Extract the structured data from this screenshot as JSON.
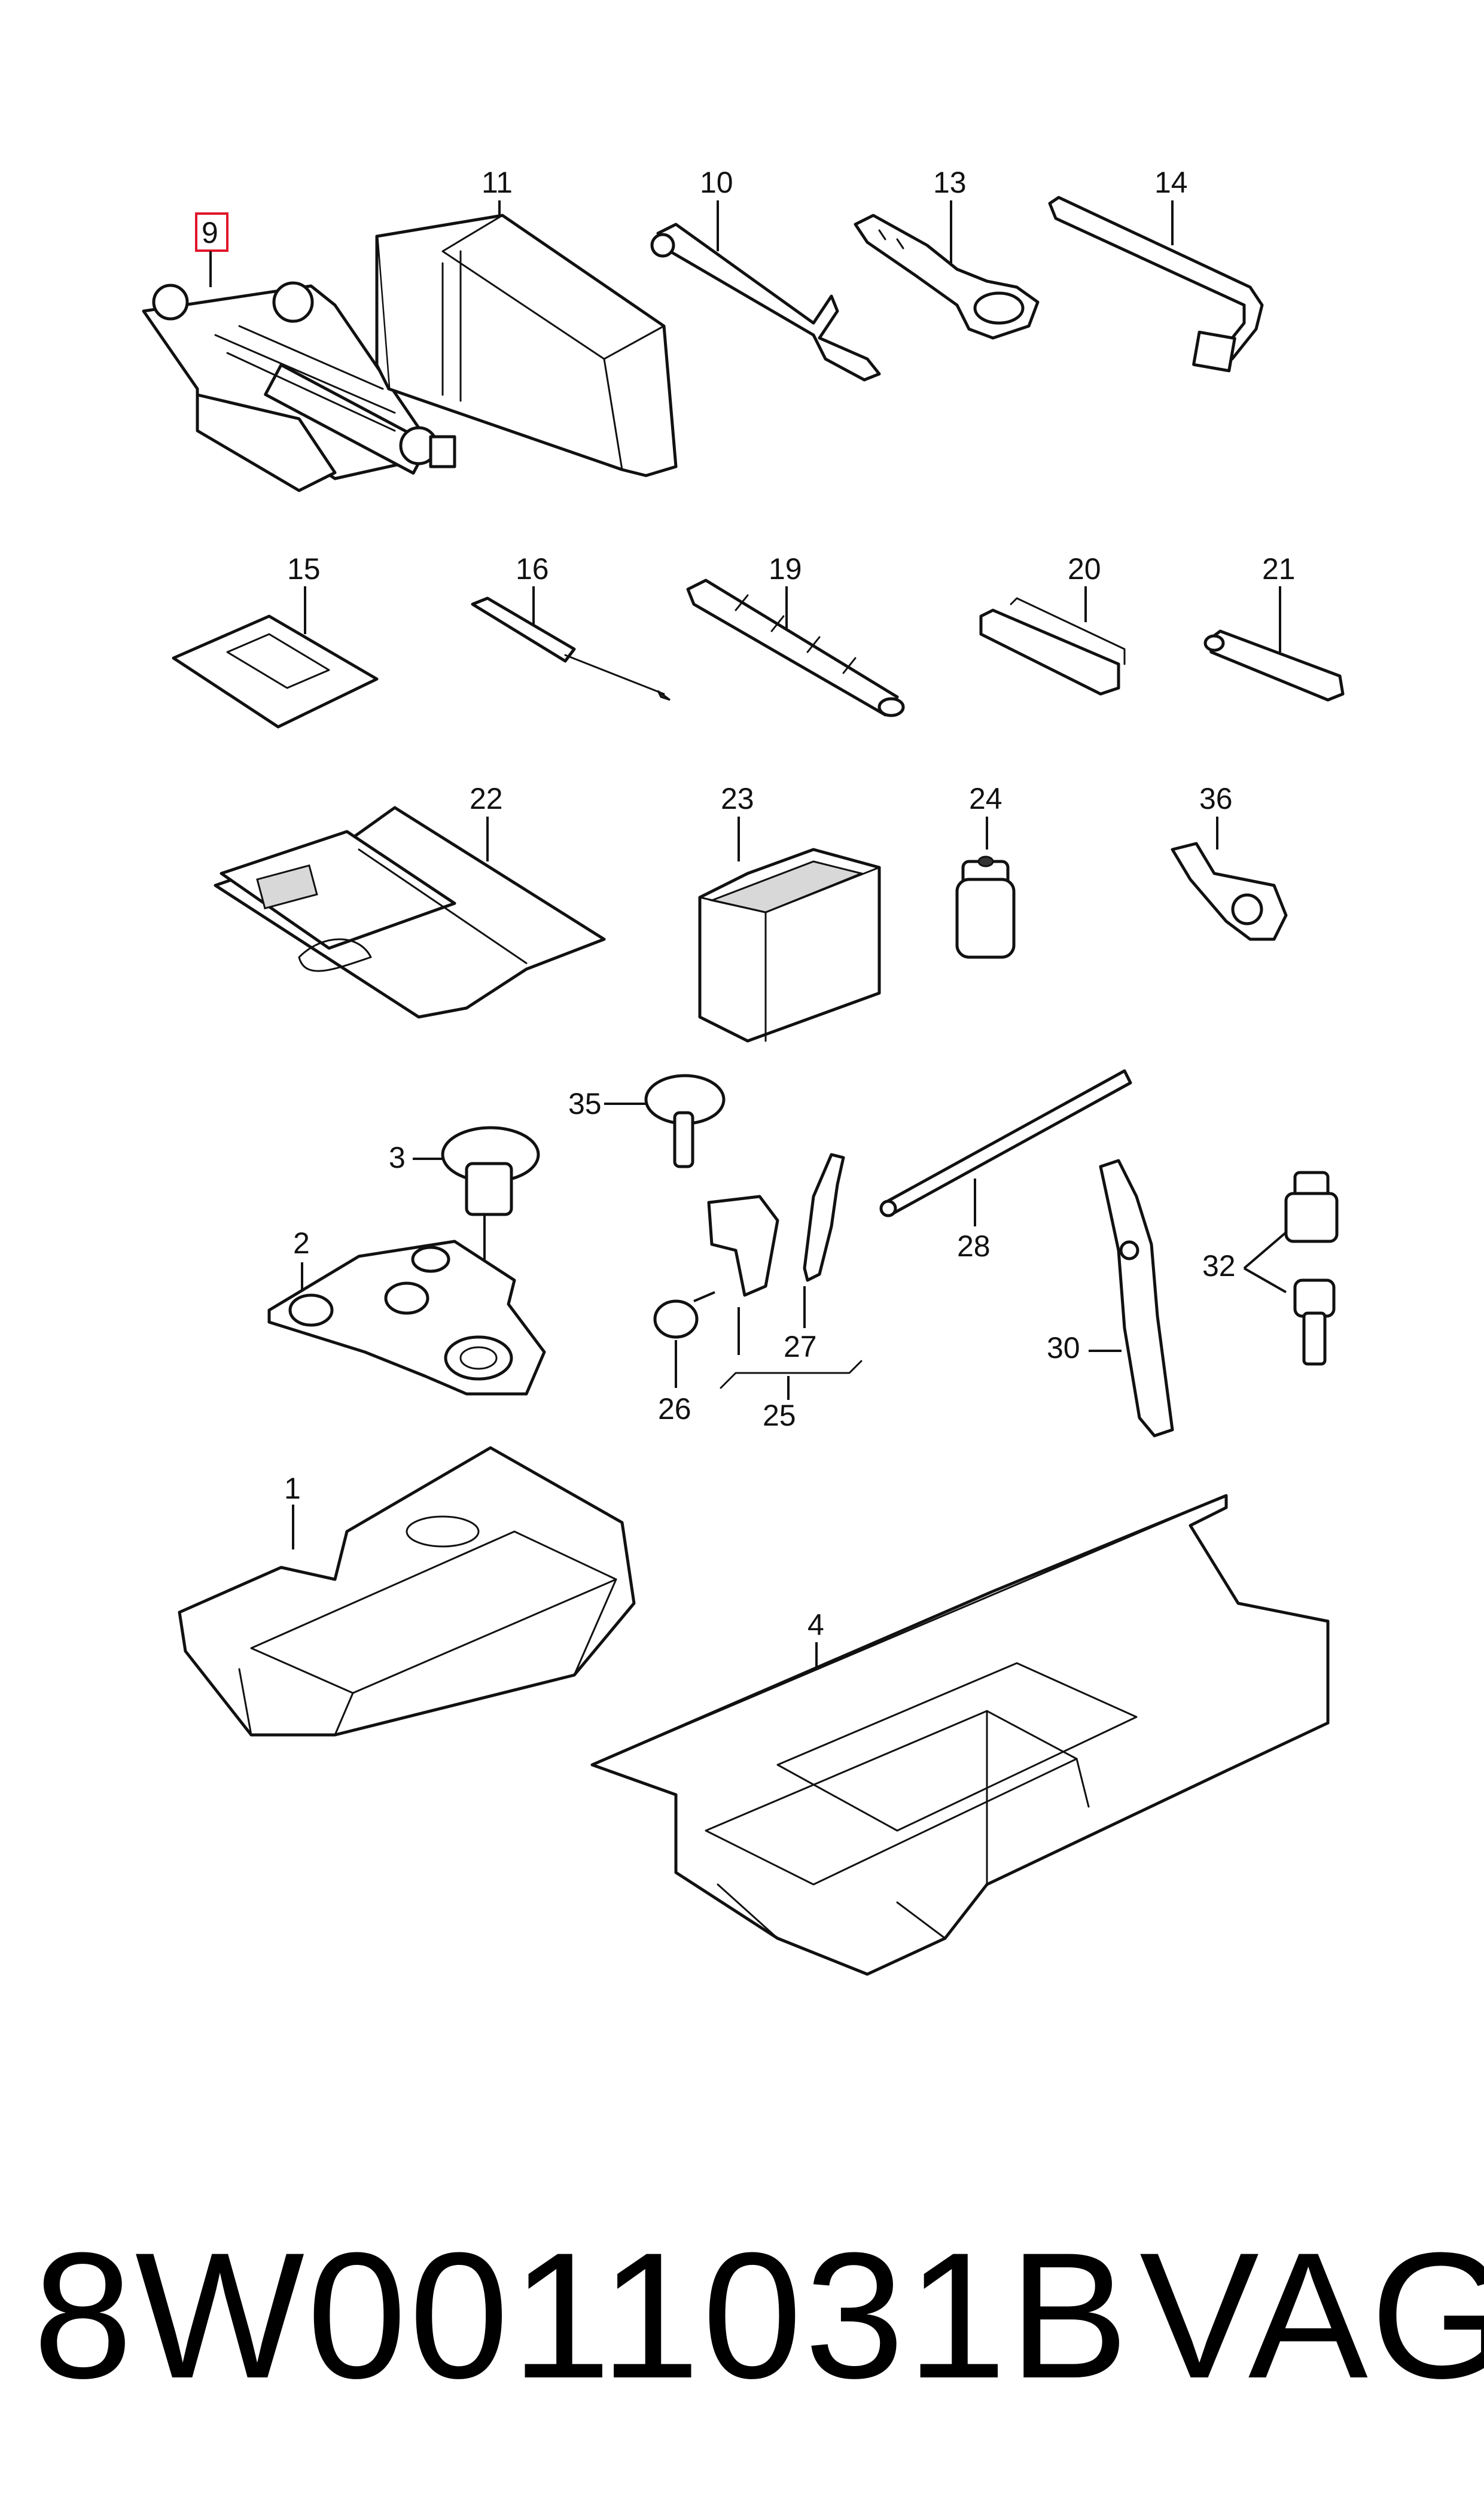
{
  "callouts": {
    "c1": "1",
    "c2": "2",
    "c3": "3",
    "c4": "4",
    "c9": "9",
    "c10": "10",
    "c11": "11",
    "c13": "13",
    "c14": "14",
    "c15": "15",
    "c16": "16",
    "c19": "19",
    "c20": "20",
    "c21": "21",
    "c22": "22",
    "c23": "23",
    "c24": "24",
    "c25": "25",
    "c26": "26",
    "c27": "27",
    "c28": "28",
    "c30": "30",
    "c32": "32",
    "c35": "35",
    "c36": "36"
  },
  "highlighted_callout": "9",
  "highlight_color": "#e0142a",
  "footer": {
    "part_number": "8W0011031B",
    "brand": "VAG"
  }
}
